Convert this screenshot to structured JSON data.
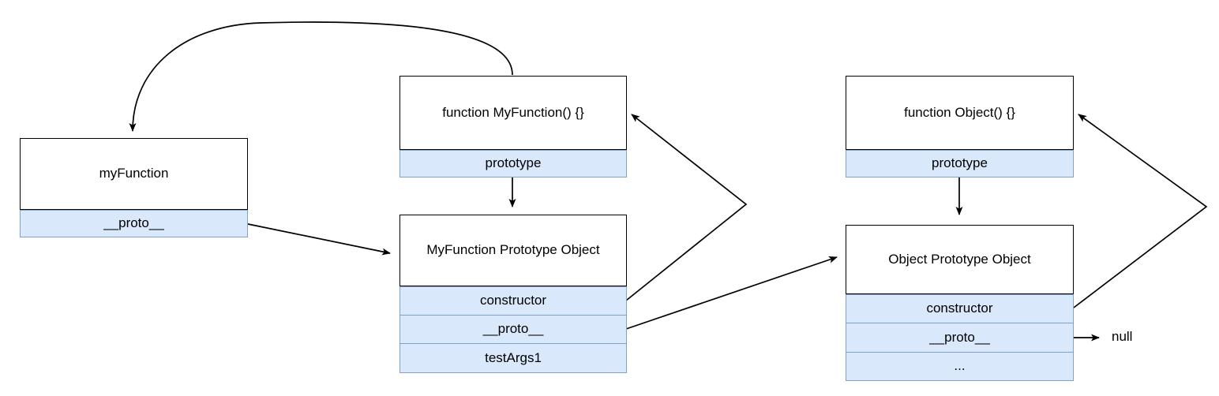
{
  "diagram": {
    "title": "JavaScript prototype chain diagram",
    "colors": {
      "row_fill": "#dae8fc",
      "row_stroke": "#7ea2cc",
      "box_stroke": "#000000",
      "edge_stroke": "#000000",
      "background": "#ffffff",
      "text": "#000000"
    },
    "nodes": [
      {
        "id": "my-function-instance",
        "title": "myFunction",
        "rows": [
          "__proto__"
        ]
      },
      {
        "id": "my-function-constructor",
        "title": "function MyFunction() {}",
        "rows": [
          "prototype"
        ]
      },
      {
        "id": "my-function-prototype-object",
        "title": "MyFunction Prototype Object",
        "rows": [
          "constructor",
          "__proto__",
          "testArgs1"
        ]
      },
      {
        "id": "object-constructor",
        "title": "function Object() {}",
        "rows": [
          "prototype"
        ]
      },
      {
        "id": "object-prototype-object",
        "title": "Object Prototype Object",
        "rows": [
          "constructor",
          "__proto__",
          "..."
        ]
      }
    ],
    "labels": {
      "null_label": "null"
    }
  }
}
